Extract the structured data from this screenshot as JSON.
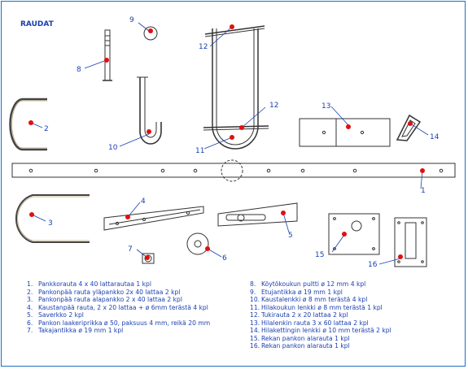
{
  "title": "RAUDAT",
  "callouts": [
    "1",
    "2",
    "3",
    "4",
    "5",
    "6",
    "7",
    "8",
    "9",
    "10",
    "11",
    "12",
    "12",
    "13",
    "14",
    "15",
    "16"
  ],
  "parts_left": [
    {
      "num": "1.",
      "text": "Pankkorauta  4 x 40 lattarautaa  1 kpl"
    },
    {
      "num": "2.",
      "text": "Pankonpää rauta yläpankko  2x 40  lattaa   2 kpl"
    },
    {
      "num": "3.",
      "text": "Pankonpää rauta alapankko 2 x 40 lattaa  2 kpl"
    },
    {
      "num": "4.",
      "text": "Kaustanpää rauta, 2 x 20 lattaa + ø 6mm terästä  4 kpl"
    },
    {
      "num": "5.",
      "text": "Saverkko  2 kpl"
    },
    {
      "num": "6.",
      "text": "Pankon laakeriprikka ø 50, paksuus 4 mm, reikä 20 mm"
    },
    {
      "num": "7.",
      "text": "Takajantikka ø 19 mm   1 kpl"
    }
  ],
  "parts_right": [
    {
      "num": "8.",
      "text": "Köytökoukun pultti ø 12 mm  4 kpl"
    },
    {
      "num": "9.",
      "text": "Etujantikka ø 19 mm    1 kpl"
    },
    {
      "num": "10.",
      "text": "Kaustalenkki ø 8 mm terästä  4 kpl"
    },
    {
      "num": "11.",
      "text": "Hilakoukun lenkki ø 8 mm terästä  1 kpl"
    },
    {
      "num": "12.",
      "text": "Tukirauta 2 x 20 lattaa  2 kpl"
    },
    {
      "num": "13.",
      "text": "Hilalenkin rauta  3 x 60 lattaa  2 kpl"
    },
    {
      "num": "14.",
      "text": "Hilakettingin lenkki ø 10 mm terästä  2 kpl"
    },
    {
      "num": "15.",
      "text": "Rekan pankon alarauta  1 kpl"
    },
    {
      "num": "16.",
      "text": "Rekan pankon alarauta 1 kpl"
    }
  ],
  "colors": {
    "text": "#1a3fb0",
    "frame": "#1a6fc8",
    "marker": "#e01010",
    "stroke": "#333333"
  }
}
